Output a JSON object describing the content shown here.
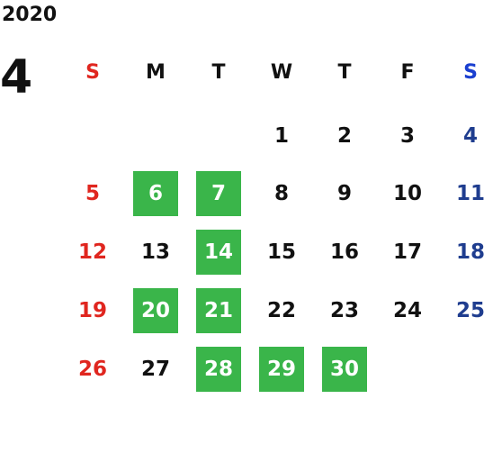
{
  "calendar": {
    "year": "2020",
    "month": "4",
    "weekdays": [
      "S",
      "M",
      "T",
      "W",
      "T",
      "F",
      "S"
    ],
    "days": [
      {
        "label": "1",
        "highlighted": false
      },
      {
        "label": "2",
        "highlighted": false
      },
      {
        "label": "3",
        "highlighted": false
      },
      {
        "label": "4",
        "highlighted": false
      },
      {
        "label": "5",
        "highlighted": false
      },
      {
        "label": "6",
        "highlighted": true
      },
      {
        "label": "7",
        "highlighted": true
      },
      {
        "label": "8",
        "highlighted": false
      },
      {
        "label": "9",
        "highlighted": false
      },
      {
        "label": "10",
        "highlighted": false
      },
      {
        "label": "11",
        "highlighted": false
      },
      {
        "label": "12",
        "highlighted": false
      },
      {
        "label": "13",
        "highlighted": false
      },
      {
        "label": "14",
        "highlighted": true
      },
      {
        "label": "15",
        "highlighted": false
      },
      {
        "label": "16",
        "highlighted": false
      },
      {
        "label": "17",
        "highlighted": false
      },
      {
        "label": "18",
        "highlighted": false
      },
      {
        "label": "19",
        "highlighted": false
      },
      {
        "label": "20",
        "highlighted": true
      },
      {
        "label": "21",
        "highlighted": true
      },
      {
        "label": "22",
        "highlighted": false
      },
      {
        "label": "23",
        "highlighted": false
      },
      {
        "label": "24",
        "highlighted": false
      },
      {
        "label": "25",
        "highlighted": false
      },
      {
        "label": "26",
        "highlighted": false
      },
      {
        "label": "27",
        "highlighted": false
      },
      {
        "label": "28",
        "highlighted": true
      },
      {
        "label": "29",
        "highlighted": true
      },
      {
        "label": "30",
        "highlighted": true
      }
    ]
  },
  "colors": {
    "sunday": "#e0261f",
    "saturday_header": "#1a3fd0",
    "saturday_day": "#1f3d8f",
    "weekday": "#111111",
    "highlight": "#3ab54a"
  }
}
